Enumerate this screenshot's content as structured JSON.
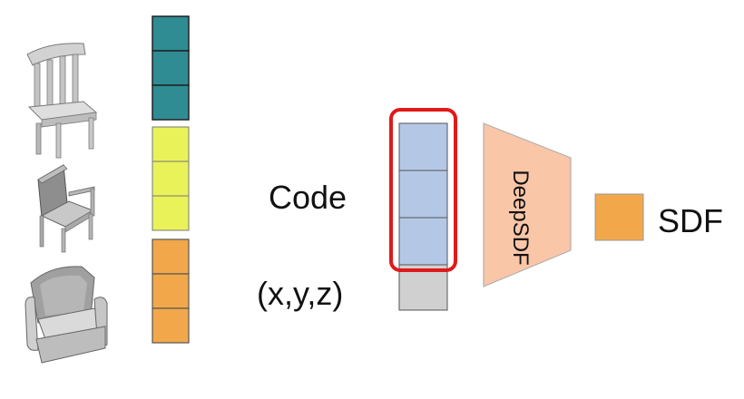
{
  "labels": {
    "code": "Code",
    "xyz": "(x,y,z)",
    "network": "DeepSDF",
    "output": "SDF"
  },
  "shapes": [
    {
      "name": "windsor-chair",
      "code_color": "#2f8c93"
    },
    {
      "name": "armchair-thin",
      "code_color": "#eaf25a"
    },
    {
      "name": "armchair-padded",
      "code_color": "#f2a84a"
    }
  ],
  "colors": {
    "input_code": "#b4c8e6",
    "input_xyz": "#d0d0d0",
    "network_fill": "#f9c6a8",
    "network_stroke": "#b0b0b0",
    "highlight": "#e01a1a",
    "output": "#f2a84a"
  }
}
